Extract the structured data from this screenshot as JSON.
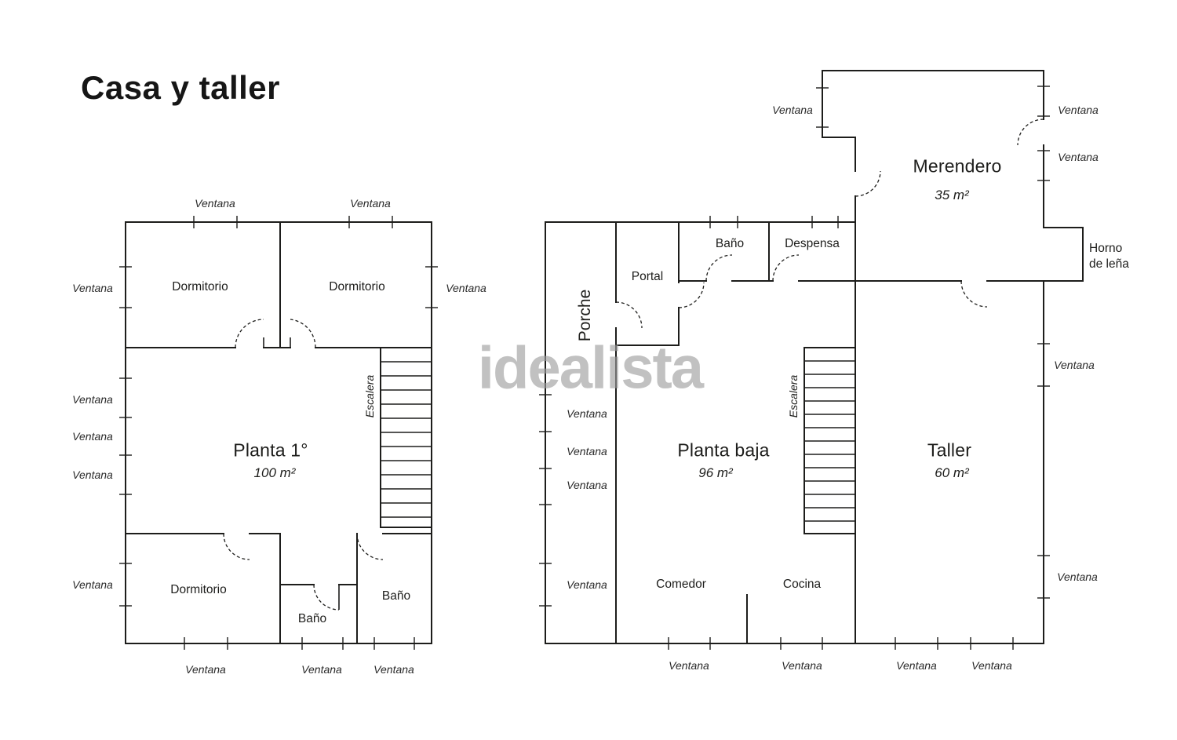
{
  "title": "Casa y taller",
  "watermark": "idealista",
  "terms": {
    "ventana": "Ventana",
    "dormitorio": "Dormitorio",
    "bano": "Baño",
    "escalera": "Escalera",
    "porche": "Porche",
    "portal": "Portal",
    "despensa": "Despensa",
    "comedor": "Comedor",
    "cocina": "Cocina",
    "horno_line1": "Horno",
    "horno_line2": "de leña"
  },
  "floors": {
    "planta_primera": {
      "name": "Planta 1°",
      "area": "100 m²"
    },
    "planta_baja": {
      "name": "Planta baja",
      "area": "96 m²"
    },
    "merendero": {
      "name": "Merendero",
      "area": "35 m²"
    },
    "taller": {
      "name": "Taller",
      "area": "60 m²"
    }
  },
  "colors": {
    "wall": "#1d1d1b",
    "text": "#1d1d1b",
    "watermark": "#9c9c9c",
    "background": "#ffffff"
  }
}
